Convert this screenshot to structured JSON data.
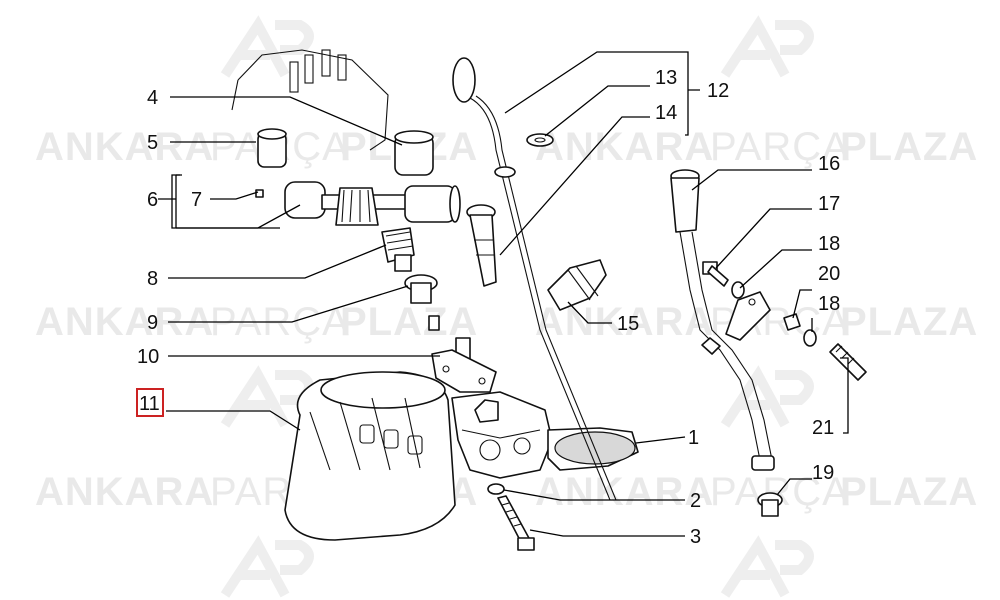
{
  "watermark": {
    "brand_a": "ANKARA",
    "brand_b": "PARÇA",
    "brand_c": "PLAZA"
  },
  "callouts": {
    "c1": "1",
    "c2": "2",
    "c3": "3",
    "c4": "4",
    "c5": "5",
    "c6": "6",
    "c7": "7",
    "c8": "8",
    "c9": "9",
    "c10": "10",
    "c11": "11",
    "c12": "12",
    "c13": "13",
    "c14": "14",
    "c15": "15",
    "c16": "16",
    "c17": "17",
    "c18a": "18",
    "c18b": "18",
    "c19": "19",
    "c20": "20",
    "c21": "21"
  },
  "highlight": {
    "selected": "11",
    "color": "#cc2222"
  }
}
